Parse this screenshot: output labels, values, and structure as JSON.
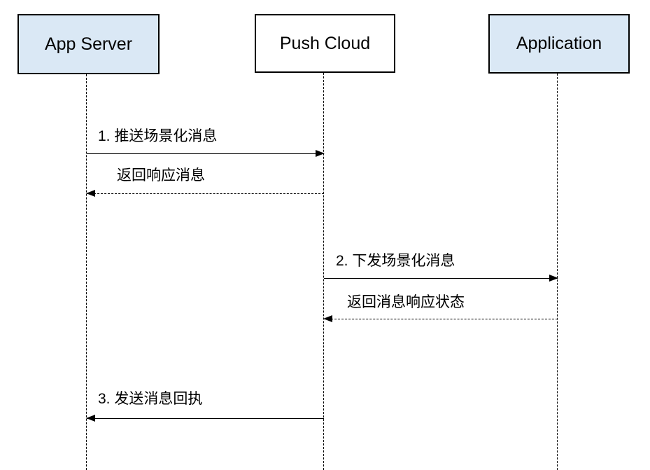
{
  "diagram": {
    "type": "sequence-diagram",
    "actors": [
      {
        "label": "App Server",
        "fill": "#dae8f5"
      },
      {
        "label": "Push Cloud",
        "fill": "#ffffff"
      },
      {
        "label": "Application",
        "fill": "#dae8f5"
      }
    ],
    "messages": [
      {
        "label": "1. 推送场景化消息",
        "from": "App Server",
        "to": "Push Cloud",
        "line": "solid",
        "direction": "right"
      },
      {
        "label": "返回响应消息",
        "from": "Push Cloud",
        "to": "App Server",
        "line": "dashed",
        "direction": "left"
      },
      {
        "label": "2. 下发场景化消息",
        "from": "Push Cloud",
        "to": "Application",
        "line": "solid",
        "direction": "right"
      },
      {
        "label": "返回消息响应状态",
        "from": "Application",
        "to": "Push Cloud",
        "line": "dashed",
        "direction": "left"
      },
      {
        "label": "3. 发送消息回执",
        "from": "Push Cloud",
        "to": "App Server",
        "line": "solid",
        "direction": "left"
      }
    ],
    "colors": {
      "actor_fill_blue": "#dae8f5",
      "actor_fill_white": "#ffffff",
      "border": "#000000",
      "background": "#ffffff"
    }
  }
}
